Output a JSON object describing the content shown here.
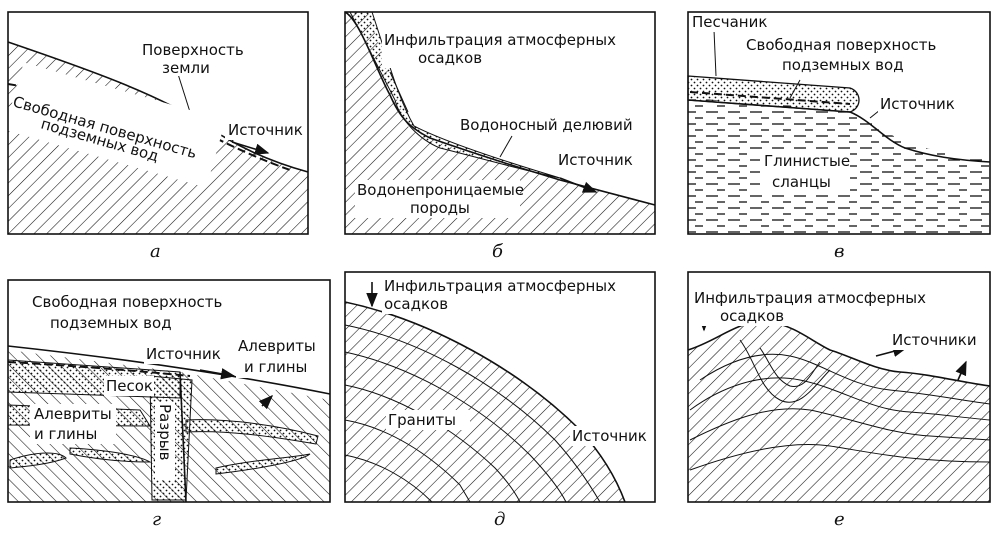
{
  "panels": [
    {
      "caption": "а",
      "labels": [
        "Поверхность",
        "земли",
        "Свободная поверхность",
        "подземных вод",
        "Источник"
      ]
    },
    {
      "caption": "б",
      "labels": [
        "Инфильтрация атмосферных",
        "осадков",
        "Водоносный делювий",
        "Источник",
        "Водонепроницаемые",
        "породы"
      ]
    },
    {
      "caption": "в",
      "labels": [
        "Песчаник",
        "Свободная поверхность",
        "подземных вод",
        "Источник",
        "Глинистые",
        "сланцы"
      ]
    },
    {
      "caption": "г",
      "labels": [
        "Свободная поверхность",
        "подземных вод",
        "Источник",
        "Алевриты",
        "и глины",
        "Песок",
        "Алевриты",
        "и глины",
        "Разрыв"
      ]
    },
    {
      "caption": "д",
      "labels": [
        "Инфильтрация атмосферных",
        "осадков",
        "Граниты",
        "Источник"
      ]
    },
    {
      "caption": "е",
      "labels": [
        "Инфильтрация атмосферных",
        "осадков",
        "Источники"
      ]
    }
  ]
}
